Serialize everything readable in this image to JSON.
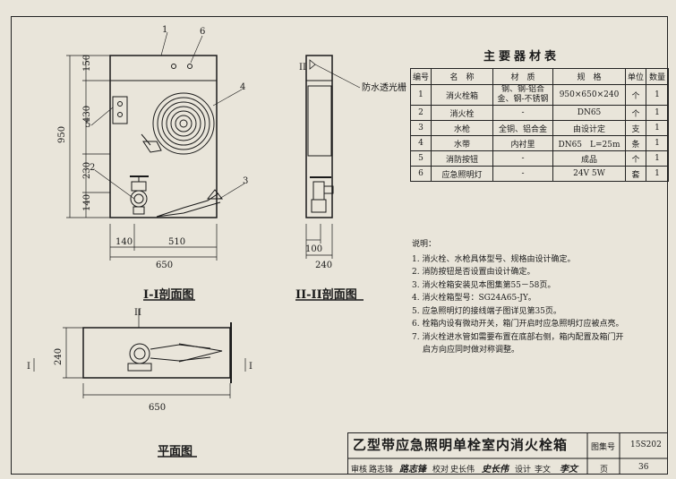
{
  "drawing": {
    "section1_label": "I-I剖面图",
    "section2_label": "II-II剖面图",
    "plan_label": "平面图",
    "waterproof_grille": "防水透光栅",
    "dims_front": {
      "h150": "150",
      "h430": "430",
      "h950": "950",
      "h230": "230",
      "h140": "140",
      "w140": "140",
      "w510": "510",
      "w650": "650"
    },
    "dims_side": {
      "d100": "100",
      "d240": "240"
    },
    "dims_plan": {
      "d240": "240",
      "d650": "650"
    },
    "callouts": [
      "1",
      "2",
      "3",
      "4",
      "5",
      "6"
    ],
    "section_marks": {
      "I": "I",
      "II": "II"
    }
  },
  "materials": {
    "title": "主要器材表",
    "headers": [
      "编号",
      "名　称",
      "材　质",
      "规　格",
      "单位",
      "数量"
    ],
    "rows": [
      {
        "no": "1",
        "name": "消火栓箱",
        "material": "钢、钢-铝合金、钢-不锈钢",
        "spec": "950×650×240",
        "unit": "个",
        "qty": "1"
      },
      {
        "no": "2",
        "name": "消火栓",
        "material": "-",
        "spec": "DN65",
        "unit": "个",
        "qty": "1"
      },
      {
        "no": "3",
        "name": "水枪",
        "material": "全铜、铝合金",
        "spec": "由设计定",
        "unit": "支",
        "qty": "1"
      },
      {
        "no": "4",
        "name": "水带",
        "material": "内衬里",
        "spec": "DN65　L=25m",
        "unit": "条",
        "qty": "1"
      },
      {
        "no": "5",
        "name": "消防按钮",
        "material": "-",
        "spec": "成品",
        "unit": "个",
        "qty": "1"
      },
      {
        "no": "6",
        "name": "应急照明灯",
        "material": "-",
        "spec": "24V 5W",
        "unit": "套",
        "qty": "1"
      }
    ]
  },
  "notes": {
    "head": "说明：",
    "items": [
      "1. 消火栓、水枪具体型号、规格由设计确定。",
      "2. 消防按钮是否设置由设计确定。",
      "3. 消火栓箱安装见本图集第55－58页。",
      "4. 消火栓箱型号：SG24A65-JY。",
      "5. 应急照明灯的接线端子图详见第35页。",
      "6. 栓箱内设有微动开关，箱门开启时应急照明灯应被点亮。",
      "7. 消火栓进水管如需要布置在底部右侧，箱内配置及箱门开",
      "启方向应同时做对称调整。"
    ]
  },
  "titleblock": {
    "title": "乙型带应急照明单栓室内消火栓箱",
    "atlas_label": "图集号",
    "atlas_no": "15S202",
    "review": "审核",
    "reviewer": "路志锋",
    "reviewer_sig": "路志锋",
    "check": "校对",
    "checker": "史长伟",
    "checker_sig": "史长伟",
    "design": "设计",
    "designer": "李文",
    "designer_sig": "李文",
    "page_label": "页",
    "page_no": "36"
  }
}
